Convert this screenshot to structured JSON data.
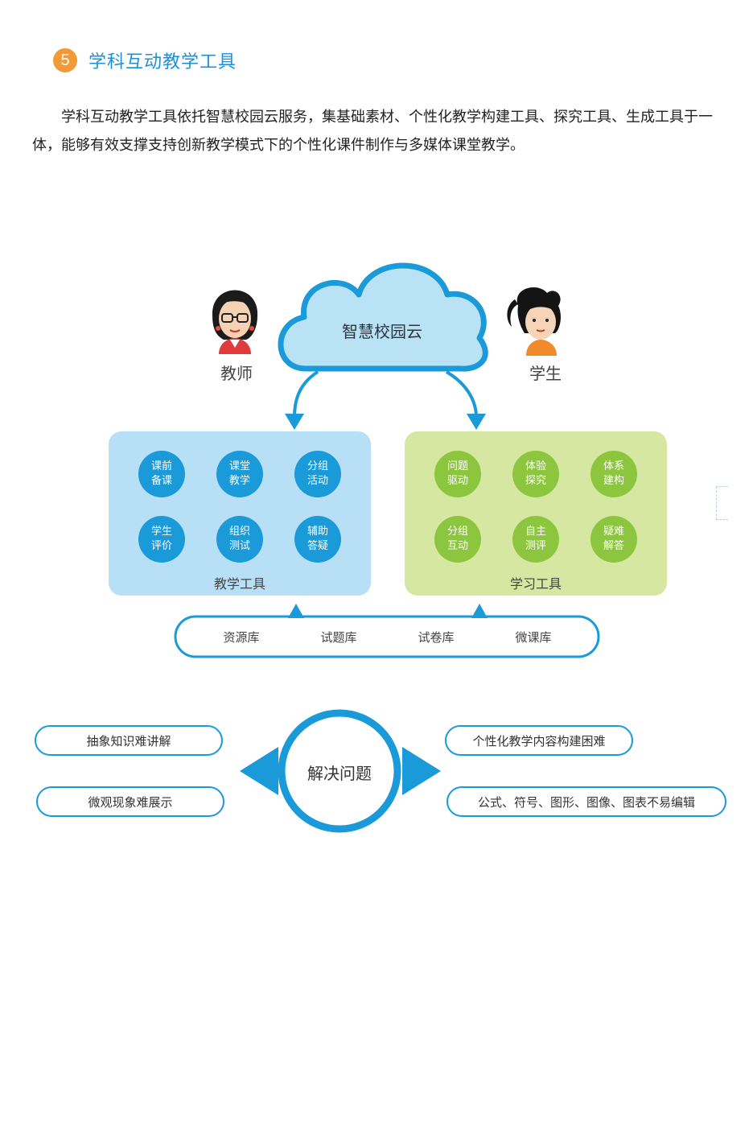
{
  "section": {
    "number": "5",
    "title": "学科互动教学工具"
  },
  "intro": "学科互动教学工具依托智慧校园云服务，集基础素材、个性化教学构建工具、探究工具、生成工具于一体，能够有效支撑支持创新教学模式下的个性化课件制作与多媒体课堂教学。",
  "diagram": {
    "cloud": "智慧校园云",
    "teacher": "教师",
    "student": "学生",
    "teaching_tools": {
      "label": "教学工具",
      "items": [
        {
          "l1": "课前",
          "l2": "备课"
        },
        {
          "l1": "课堂",
          "l2": "教学"
        },
        {
          "l1": "分组",
          "l2": "活动"
        },
        {
          "l1": "学生",
          "l2": "评价"
        },
        {
          "l1": "组织",
          "l2": "测试"
        },
        {
          "l1": "辅助",
          "l2": "答疑"
        }
      ]
    },
    "learning_tools": {
      "label": "学习工具",
      "items": [
        {
          "l1": "问题",
          "l2": "驱动"
        },
        {
          "l1": "体验",
          "l2": "探究"
        },
        {
          "l1": "体系",
          "l2": "建构"
        },
        {
          "l1": "分组",
          "l2": "互动"
        },
        {
          "l1": "自主",
          "l2": "测评"
        },
        {
          "l1": "疑难",
          "l2": "解答"
        }
      ]
    },
    "resources": [
      "资源库",
      "试题库",
      "试卷库",
      "微课库"
    ],
    "center": "解决问题",
    "left_issues": [
      "抽象知识难讲解",
      "微观现象难展示"
    ],
    "right_issues": [
      "个性化教学内容构建困难",
      "公式、符号、图形、图像、图表不易编辑"
    ]
  },
  "colors": {
    "accent_blue": "#1f8fd6",
    "badge_orange": "#f19a38",
    "teach_panel": "#b7e0f6",
    "learn_panel": "#d5e7a1",
    "teach_circle": "#1a9ad8",
    "learn_circle": "#8cc63f"
  }
}
